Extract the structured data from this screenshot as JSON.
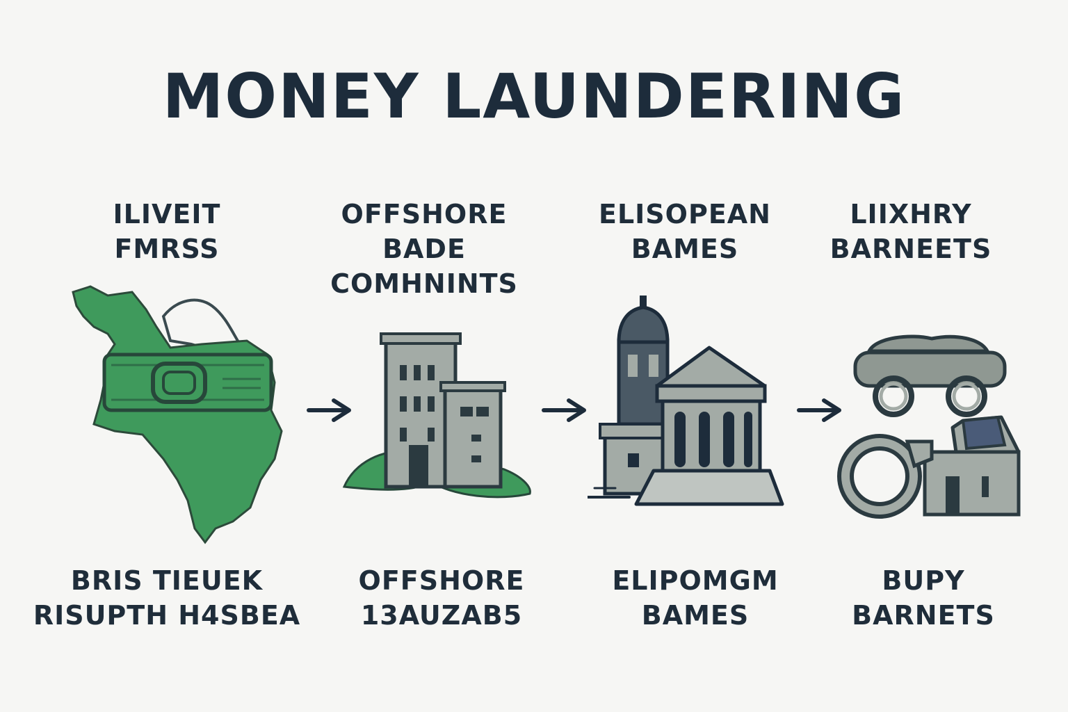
{
  "title": "MONEY LAUNDERING",
  "stages": [
    {
      "top_lines": [
        "ILIVEIT",
        "FMRSS"
      ],
      "bottom_lines": [
        "BRIS TIEUEK",
        "RISUPTH H4SBEA"
      ],
      "icon": "map-with-banknote-icon"
    },
    {
      "top_lines": [
        "OFFSHORE",
        "BADE",
        "COMHNINTS"
      ],
      "bottom_lines": [
        "OFFSHORE",
        "13AUZAB5"
      ],
      "icon": "office-building-icon"
    },
    {
      "top_lines": [
        "ELISOPEAN",
        "BAMES"
      ],
      "bottom_lines": [
        "ELIPOMGM",
        "BAMES"
      ],
      "icon": "european-bank-icon"
    },
    {
      "top_lines": [
        "LIIXHRY",
        "BARNEETS"
      ],
      "bottom_lines": [
        "BUPY",
        "BARNETS"
      ],
      "icon": "luxury-goods-icon"
    }
  ],
  "arrow_icon": "right-arrow-icon",
  "colors": {
    "green": "#3f9a5c",
    "gray": "#a3aba6",
    "dark_gray": "#8f9892",
    "navy": "#1d2c3b",
    "background": "#f6f6f4"
  }
}
